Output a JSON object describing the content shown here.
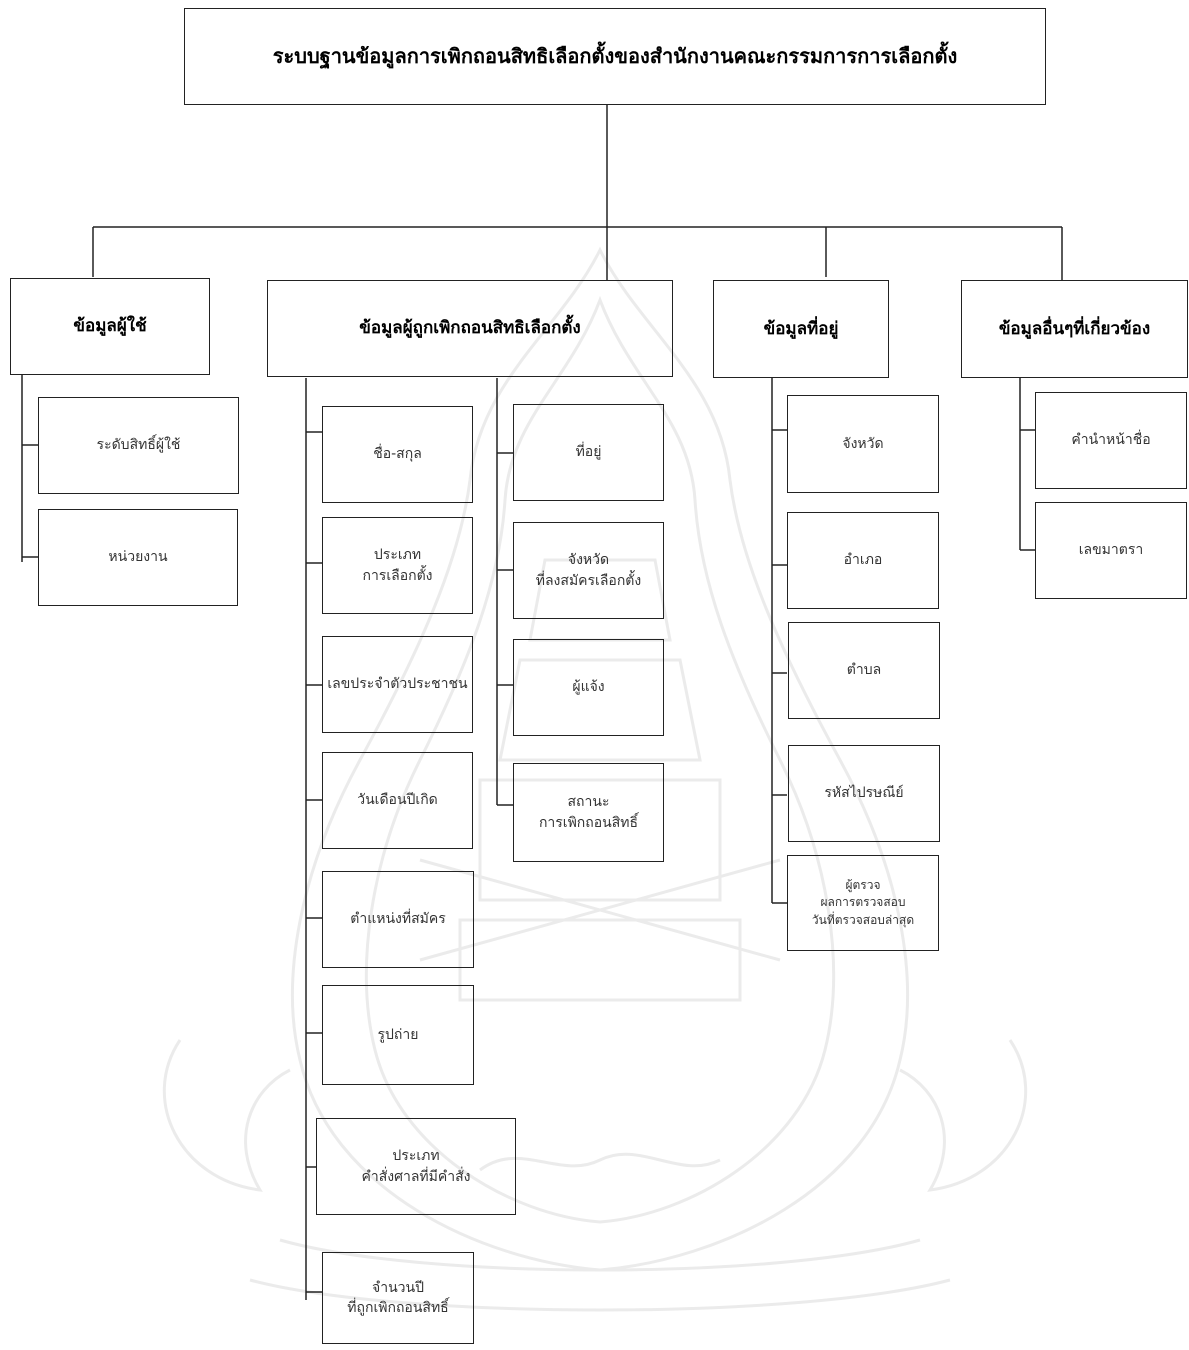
{
  "title": "ระบบฐานข้อมูลการเพิกถอนสิทธิเลือกตั้งของสำนักงานคณะกรรมการการเลือกตั้ง",
  "branches": [
    {
      "label": "ข้อมูลผู้ใช้",
      "items": [
        "ระดับสิทธิ์ผู้ใช้",
        "หน่วยงาน"
      ]
    },
    {
      "label": "ข้อมูลผู้ถูกเพิกถอนสิทธิเลือกตั้ง",
      "items_left": [
        "ชื่อ-สกุล",
        "ประเภท\nการเลือกตั้ง",
        "เลขประจำตัวประชาชน",
        "วันเดือนปีเกิด",
        "ตำแหน่งที่สมัคร",
        "รูปถ่าย",
        "ประเภท\nคำสั่งศาลที่มีคำสั่ง",
        "จำนวนปี\nที่ถูกเพิกถอนสิทธิ์"
      ],
      "items_right": [
        "ที่อยู่",
        "จังหวัด\nที่ลงสมัครเลือกตั้ง",
        "ผู้แจ้ง",
        "สถานะ\nการเพิกถอนสิทธิ์"
      ]
    },
    {
      "label": "ข้อมูลที่อยู่",
      "items": [
        "จังหวัด",
        "อำเภอ",
        "ตำบล",
        "รหัสไปรษณีย์",
        "ผู้ตรวจ\nผลการตรวจสอบ\nวันที่ตรวจสอบล่าสุด"
      ]
    },
    {
      "label": "ข้อมูลอื่นๆที่เกี่ยวข้อง",
      "items": [
        "คำนำหน้าชื่อ",
        "เลขมาตรา"
      ]
    }
  ],
  "colors": {
    "line": "#222222",
    "watermark": "#ebebeb"
  }
}
